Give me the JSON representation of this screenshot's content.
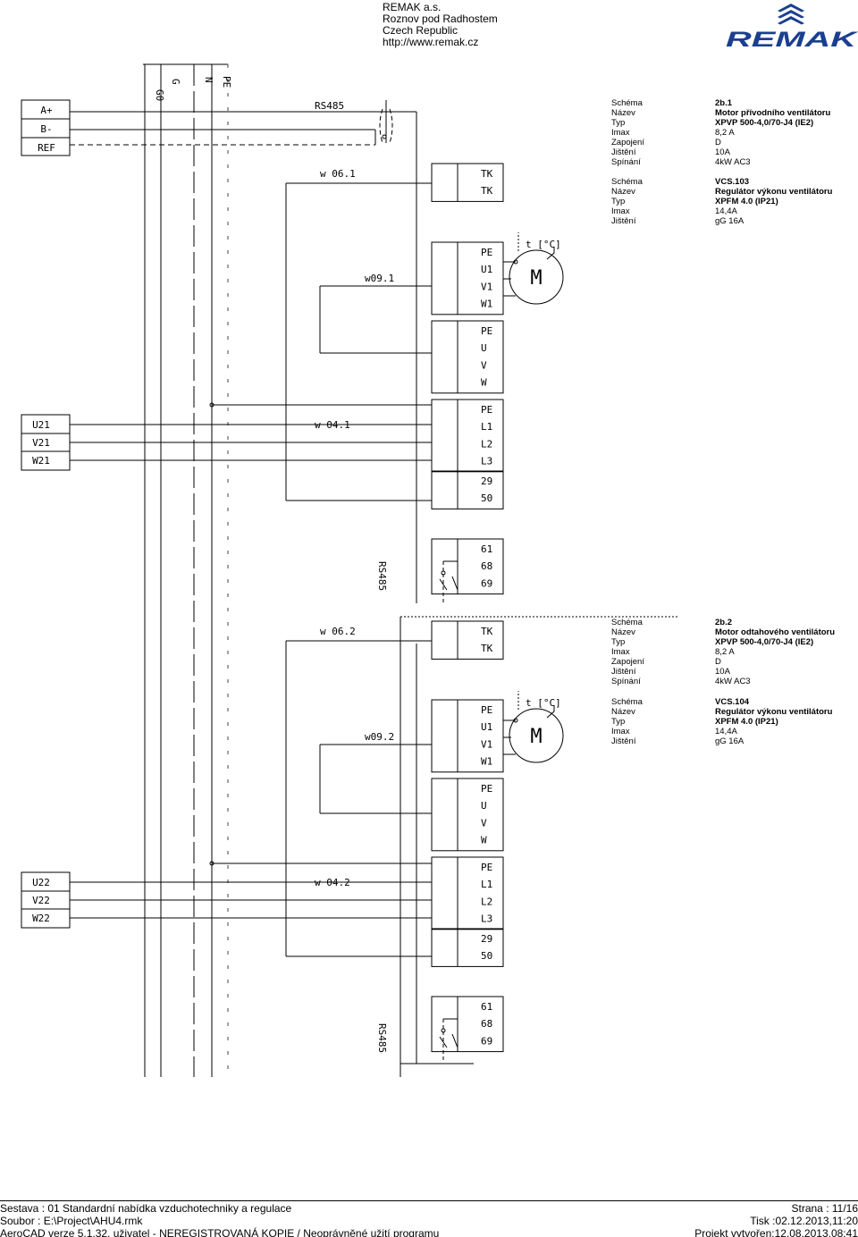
{
  "header": {
    "company": "REMAK a.s.",
    "address1": "Roznov pod Radhostem",
    "address2": "Czech Republic",
    "url": "http://www.remak.cz",
    "logo_text": "REMAK",
    "logo_icon": "remak-emblem-icon"
  },
  "bus": {
    "labels": [
      "G0",
      "G",
      "N",
      "PE"
    ],
    "rs485": "RS485"
  },
  "terminals": {
    "bus_inputs": [
      "A+",
      "B-",
      "REF"
    ],
    "supply_upper": [
      "U21",
      "V21",
      "W21"
    ],
    "supply_lower": [
      "U22",
      "V22",
      "W22"
    ]
  },
  "wires": {
    "w061": "w 06.1",
    "w091": "w09.1",
    "w041": "w 04.1",
    "w062": "w 06.2",
    "w092": "w09.2",
    "w042": "w 04.2"
  },
  "blocks": {
    "upper": [
      "TK",
      "TK",
      "PE",
      "U1",
      "V1",
      "W1",
      "PE",
      "U",
      "V",
      "W",
      "PE",
      "L1",
      "L2",
      "L3",
      "29",
      "50",
      "61",
      "68",
      "69"
    ],
    "lower": [
      "TK",
      "TK",
      "PE",
      "U1",
      "V1",
      "W1",
      "PE",
      "U",
      "V",
      "W",
      "PE",
      "L1",
      "L2",
      "L3",
      "29",
      "50",
      "61",
      "68",
      "69"
    ]
  },
  "motor": {
    "symbol": "M",
    "temp": "t [°C]"
  },
  "info_upper_motor": [
    {
      "k": "Schéma",
      "v": "2b.1",
      "bold": true
    },
    {
      "k": "Název",
      "v": "Motor přívodního ventilátoru",
      "bold": true
    },
    {
      "k": "Typ",
      "v": "XPVP 500-4,0/70-J4 (IE2)",
      "bold": true
    },
    {
      "k": "Imax",
      "v": "8,2 A",
      "bold": false
    },
    {
      "k": "Zapojení",
      "v": "D",
      "bold": false
    },
    {
      "k": "Jištění",
      "v": "10A",
      "bold": false
    },
    {
      "k": "Spínání",
      "v": "4kW AC3",
      "bold": false
    }
  ],
  "info_upper_reg": [
    {
      "k": "Schéma",
      "v": "VCS.103",
      "bold": true
    },
    {
      "k": "Název",
      "v": "Regulátor výkonu ventilátoru",
      "bold": true
    },
    {
      "k": "Typ",
      "v": "XPFM 4.0 (IP21)",
      "bold": true
    },
    {
      "k": "Imax",
      "v": "14,4A",
      "bold": false
    },
    {
      "k": "Jištění",
      "v": "gG 16A",
      "bold": false
    }
  ],
  "info_lower_motor": [
    {
      "k": "Schéma",
      "v": "2b.2",
      "bold": true
    },
    {
      "k": "Název",
      "v": "Motor odtahového ventilátoru",
      "bold": true
    },
    {
      "k": "Typ",
      "v": "XPVP 500-4,0/70-J4 (IE2)",
      "bold": true
    },
    {
      "k": "Imax",
      "v": "8,2 A",
      "bold": false
    },
    {
      "k": "Zapojení",
      "v": "D",
      "bold": false
    },
    {
      "k": "Jištění",
      "v": "10A",
      "bold": false
    },
    {
      "k": "Spínání",
      "v": "4kW AC3",
      "bold": false
    }
  ],
  "info_lower_reg": [
    {
      "k": "Schéma",
      "v": "VCS.104",
      "bold": true
    },
    {
      "k": "Název",
      "v": "Regulátor výkonu ventilátoru",
      "bold": true
    },
    {
      "k": "Typ",
      "v": "XPFM 4.0 (IP21)",
      "bold": true
    },
    {
      "k": "Imax",
      "v": "14,4A",
      "bold": false
    },
    {
      "k": "Jištění",
      "v": "gG 16A",
      "bold": false
    }
  ],
  "footer": {
    "line1_left": "Sestava : 01 Standardní nabídka vzduchotechniky a regulace",
    "line1_right": "Strana : 11/16",
    "line2_left": "Soubor   : E:\\Project\\AHU4.rmk",
    "line2_right": "Tisk :02.12.2013,11:20",
    "line3_left": "AeroCAD verze 5.1.32, uživatel  - NEREGISTROVANÁ KOPIE / Neoprávněné užití programu",
    "line3_right": "Projekt vytvořen:12.08.2013,08:41"
  },
  "colors": {
    "logo_blue": "#1b3f8f"
  }
}
